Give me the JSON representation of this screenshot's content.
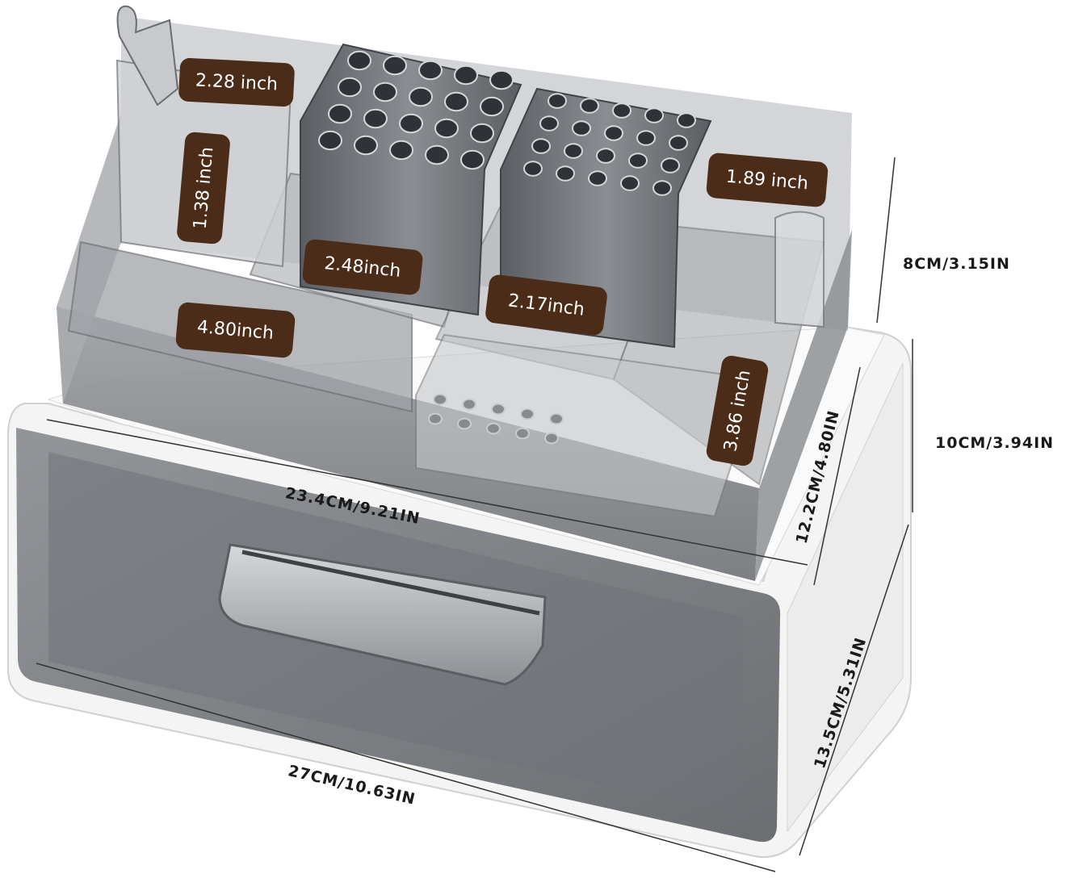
{
  "colors": {
    "label_bg": "#4a2c18",
    "label_text": "#ffffff",
    "dimension_text": "#1a1a1a",
    "shell": "#f4f4f4",
    "smoke_acrylic": "#7d8086"
  },
  "compartment_labels": {
    "pen_cup": "2.28 inch",
    "back_slot": "1.38 inch",
    "round_cup": "1.89 inch",
    "middle_slot": "2.48inch",
    "right_slot": "2.17inch",
    "front_tray": "4.80inch",
    "side_slot": "3.86 inch"
  },
  "dimensions": {
    "organizer_height": "8CM/3.15IN",
    "drawer_height": "10CM/3.94IN",
    "organizer_width": "23.4CM/9.21IN",
    "organizer_depth": "12.2CM/4.80IN",
    "base_depth": "13.5CM/5.31IN",
    "base_width": "27CM/10.63IN"
  }
}
